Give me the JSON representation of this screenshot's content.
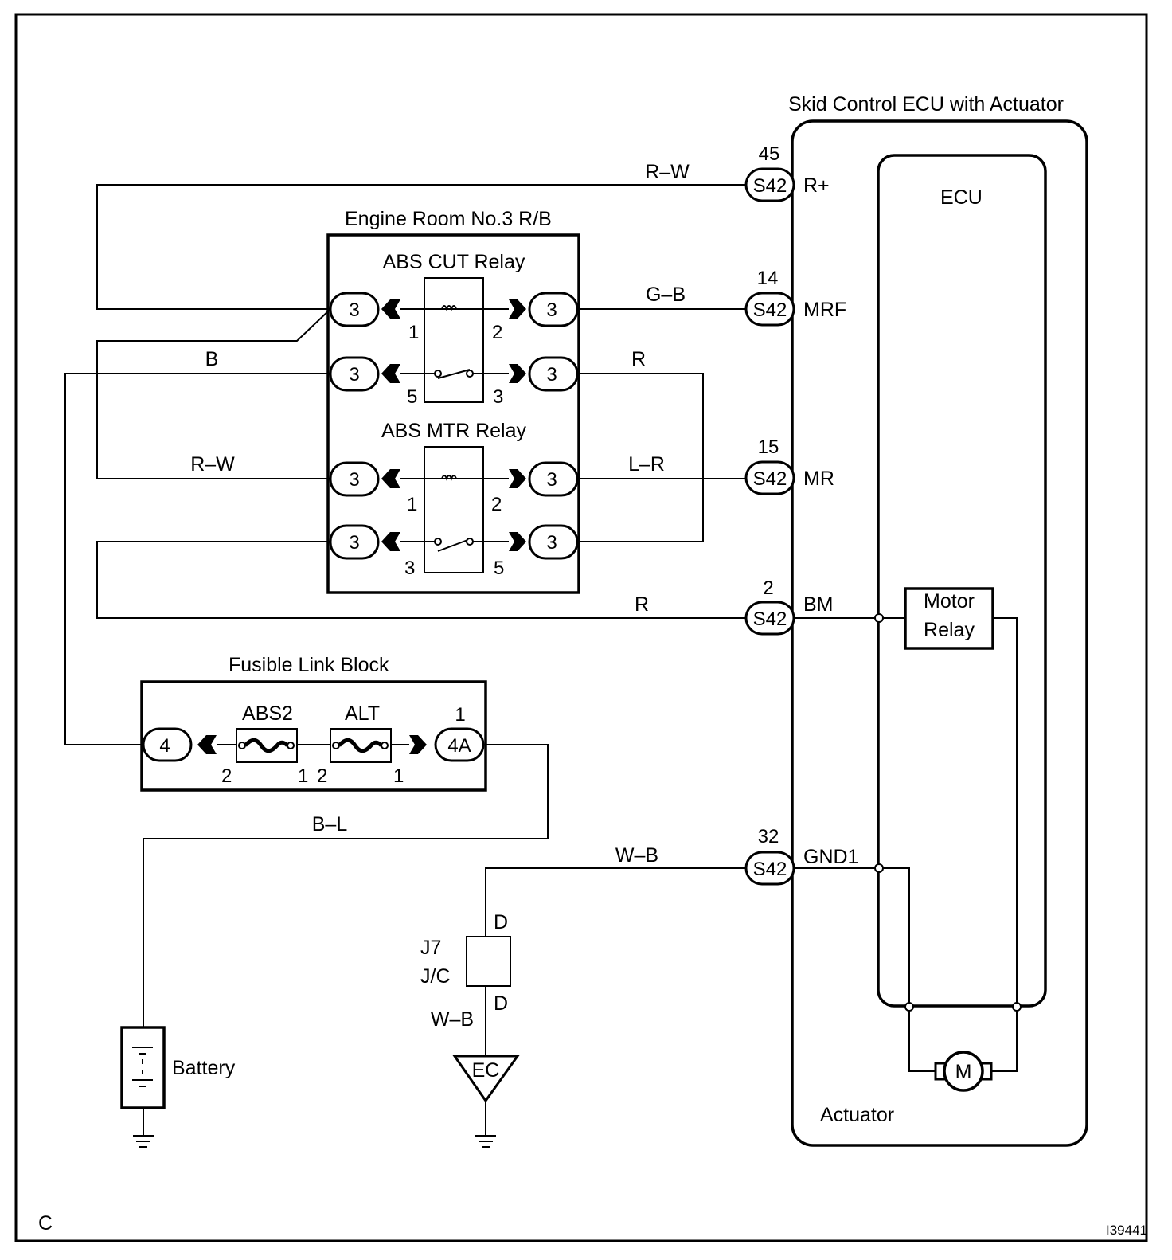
{
  "corner_code": "C",
  "figure_id": "I39441",
  "ecu_block": {
    "title": "Skid Control ECU with Actuator",
    "ecu_label": "ECU",
    "actuator_label": "Actuator",
    "motor_relay_label": [
      "Motor",
      "Relay"
    ],
    "motor_symbol": "M",
    "terminals": [
      {
        "connector": "S42",
        "pin": "45",
        "name": "R+"
      },
      {
        "connector": "S42",
        "pin": "14",
        "name": "MRF"
      },
      {
        "connector": "S42",
        "pin": "15",
        "name": "MR"
      },
      {
        "connector": "S42",
        "pin": "2",
        "name": "BM"
      },
      {
        "connector": "S42",
        "pin": "32",
        "name": "GND1"
      }
    ]
  },
  "relay_block": {
    "title": "Engine Room No.3 R/B",
    "connector": "3",
    "relays": [
      {
        "name": "ABS CUT Relay",
        "coil_pins": [
          "1",
          "2"
        ],
        "switch_pins": [
          "5",
          "3"
        ]
      },
      {
        "name": "ABS MTR Relay",
        "coil_pins": [
          "1",
          "2"
        ],
        "switch_pins": [
          "3",
          "5"
        ]
      }
    ]
  },
  "fusible_link_block": {
    "title": "Fusible Link Block",
    "left_connector": "4",
    "right_connector": "4A",
    "right_connector_pin": "1",
    "fuses": [
      {
        "name": "ABS2",
        "pins": [
          "2",
          "1"
        ]
      },
      {
        "name": "ALT",
        "pins": [
          "2",
          "1"
        ]
      }
    ]
  },
  "wires": {
    "r_plus": "R–W",
    "mrf": "G–B",
    "cut_switch_left": "B",
    "cut_switch_right": "R",
    "mtr_coil_left": "R–W",
    "mr": "L–R",
    "bm": "R",
    "battery": "B–L",
    "ground": "W–B",
    "jc_to_ground": "W–B"
  },
  "junction": {
    "connector": "J7",
    "name": "J/C",
    "pins": [
      "D",
      "D"
    ]
  },
  "ground_point": "EC",
  "battery_label": "Battery"
}
